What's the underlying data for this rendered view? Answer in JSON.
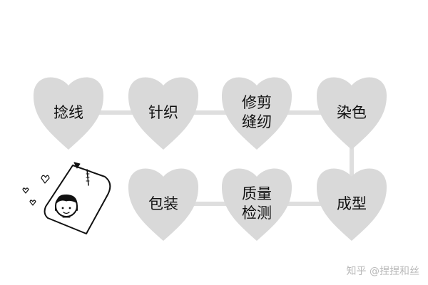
{
  "diagram": {
    "colors": {
      "node_fill": "#d9d9d9",
      "connector": "#dedede",
      "text": "#111111"
    },
    "node_shape": "heart",
    "steps": [
      {
        "id": "twist",
        "lines": [
          "捻线"
        ]
      },
      {
        "id": "knit",
        "lines": [
          "针织"
        ]
      },
      {
        "id": "trim-sew",
        "lines": [
          "修剪",
          "缝纫"
        ]
      },
      {
        "id": "dye",
        "lines": [
          "染色"
        ]
      },
      {
        "id": "shape",
        "lines": [
          "成型"
        ]
      },
      {
        "id": "inspect",
        "lines": [
          "质量",
          "检测"
        ]
      },
      {
        "id": "pack",
        "lines": [
          "包装"
        ]
      }
    ],
    "flow": [
      [
        "twist",
        "knit"
      ],
      [
        "knit",
        "trim-sew"
      ],
      [
        "trim-sew",
        "dye"
      ],
      [
        "dye",
        "shape"
      ],
      [
        "shape",
        "inspect"
      ],
      [
        "inspect",
        "pack"
      ]
    ],
    "illustration_icon": "sock-package-doodle-icon"
  },
  "watermark": {
    "text": "知乎 @捏捏和丝"
  }
}
